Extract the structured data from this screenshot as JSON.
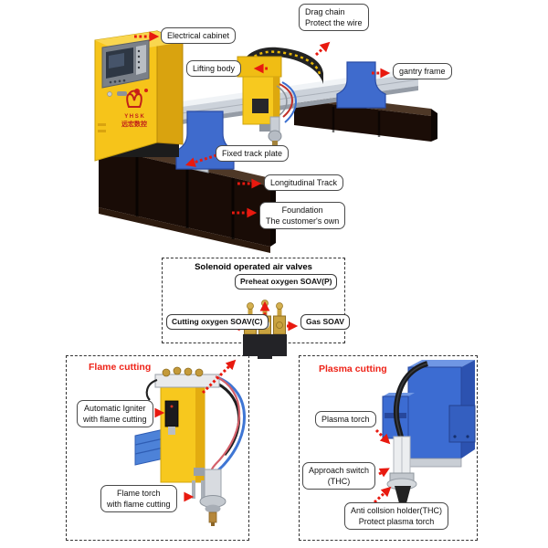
{
  "colors": {
    "arrow_red": "#e8190f",
    "section_title_red": "#ee2217",
    "label_border": "#4a4a4a",
    "machine_yellow": "#f6c41a",
    "machine_blue": "#3c6cd2",
    "beam_silver": "#ccd2da",
    "track_black": "#190c06"
  },
  "overview": {
    "callouts": {
      "drag_chain": {
        "line1": "Drag chain",
        "line2": "Protect the wire"
      },
      "electrical_cabinet": {
        "line1": "Electrical cabinet"
      },
      "lifting_body": {
        "line1": "Lifting body"
      },
      "gantry_frame": {
        "line1": "gantry frame"
      },
      "fixed_track_plate": {
        "line1": "Fixed track plate"
      },
      "longitudinal_track": {
        "line1": "Longitudinal Track"
      },
      "foundation": {
        "line1": "Foundation",
        "line2": "The customer's own"
      }
    },
    "cabinet_logo": {
      "line1": "Y H S K",
      "line2": "远宏数控"
    }
  },
  "solenoid_section": {
    "title": "Solenoid operated air valves",
    "valves": {
      "preheat": {
        "line1": "Preheat oxygen",
        "line2": "SOAV(P)"
      },
      "cutting": {
        "line1": "Cutting oxygen",
        "line2": "SOAV(C)"
      },
      "gas": {
        "line1": "Gas",
        "line2": "SOAV"
      }
    }
  },
  "flame_section": {
    "title": "Flame cutting",
    "callouts": {
      "igniter": {
        "line1": "Automatic Igniter",
        "line2": "with flame cutting"
      },
      "torch": {
        "line1": "Flame torch",
        "line2": "with flame cutting"
      }
    }
  },
  "plasma_section": {
    "title": "Plasma cutting",
    "callouts": {
      "torch": {
        "line1": "Plasma torch"
      },
      "approach_switch": {
        "line1": "Approach switch",
        "line2": "(THC)"
      },
      "anti_collision": {
        "line1": "Anti collsion holder(THC)",
        "line2": "Protect plasma torch"
      }
    }
  }
}
